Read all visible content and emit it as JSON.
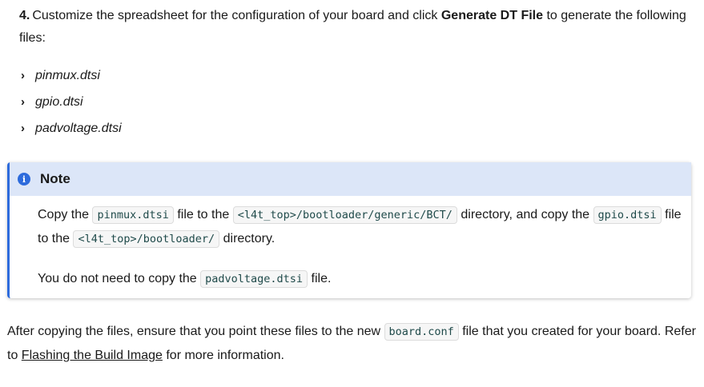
{
  "step": {
    "number": "4.",
    "text_before": "Customize the spreadsheet for the configuration of your board and click ",
    "bold": "Generate DT File",
    "text_after": " to generate the following files:"
  },
  "files": [
    "pinmux.dtsi",
    "gpio.dtsi",
    "padvoltage.dtsi"
  ],
  "note": {
    "title": "Note",
    "p1": {
      "t1": "Copy the ",
      "c1": "pinmux.dtsi",
      "t2": " file to the ",
      "c2": "<l4t_top>/bootloader/generic/BCT/",
      "t3": " directory, and copy the ",
      "c3": "gpio.dtsi",
      "t4": " file to the ",
      "c4": "<l4t_top>/bootloader/",
      "t5": " directory."
    },
    "p2": {
      "t1": "You do not need to copy the ",
      "c1": "padvoltage.dtsi",
      "t2": " file."
    }
  },
  "after": {
    "t1": "After copying the files, ensure that you point these files to the new ",
    "c1": "board.conf",
    "t2": " file that you created for your board. Refer to ",
    "link": "Flashing the Build Image",
    "t3": " for more information."
  },
  "colors": {
    "accent": "#2d6bdc",
    "note_header_bg": "#dce6f8"
  }
}
